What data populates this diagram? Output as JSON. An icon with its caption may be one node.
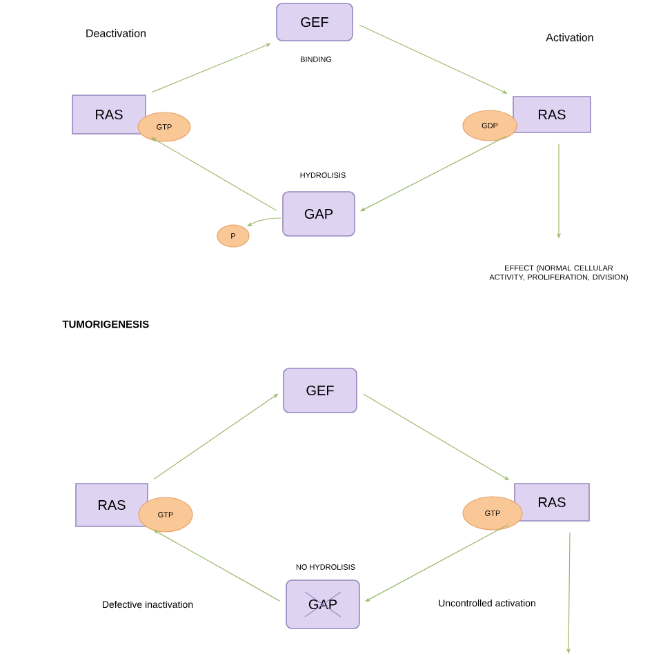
{
  "diagram": {
    "nodes": [
      {
        "text": [
          "GEF"
        ]
      },
      {
        "text": [
          "RAS"
        ]
      },
      {
        "text": [
          "GTP"
        ]
      },
      {
        "text": [
          "RAS"
        ]
      },
      {
        "text": [
          "GDP"
        ]
      },
      {
        "text": [
          "GAP"
        ]
      },
      {
        "text": [
          "P"
        ]
      },
      {
        "text": [
          "EFFECT (NORMAL CELLULAR ACTIVITY, PROLIFERATION, DIVISION)"
        ]
      },
      {
        "text": [
          "GEF"
        ]
      },
      {
        "text": [
          "RAS"
        ]
      },
      {
        "text": [
          "GTP"
        ]
      },
      {
        "text": [
          "RAS"
        ]
      },
      {
        "text": [
          "GTP"
        ]
      },
      {
        "text": [
          "GAP"
        ]
      }
    ],
    "edges": [
      {
        "from": 1,
        "to": 0,
        "arrow": "to"
      },
      {
        "from": 0,
        "to": 3,
        "arrow": "to"
      },
      {
        "from": 3,
        "to": 5,
        "arrow": "to"
      },
      {
        "from": 5,
        "to": 1,
        "arrow": "to"
      },
      {
        "from": 5,
        "to": 6,
        "arrow": "to"
      },
      {
        "from": 3,
        "to": 7,
        "arrow": "to"
      },
      {
        "from": 9,
        "to": 8,
        "arrow": "to"
      },
      {
        "from": 8,
        "to": 11,
        "arrow": "to"
      },
      {
        "from": 11,
        "to": 13,
        "arrow": "to"
      },
      {
        "from": 13,
        "to": 9,
        "arrow": "to"
      },
      {
        "from": 11,
        "to": null,
        "arrow": "to"
      }
    ],
    "labels": [
      "Deactivation",
      "Activation",
      "BINDING",
      "HYDROLISIS",
      "TUMORIGENESIS",
      "NO HYDROLISIS",
      "Defective inactivation",
      "Uncontrolled activation"
    ]
  }
}
